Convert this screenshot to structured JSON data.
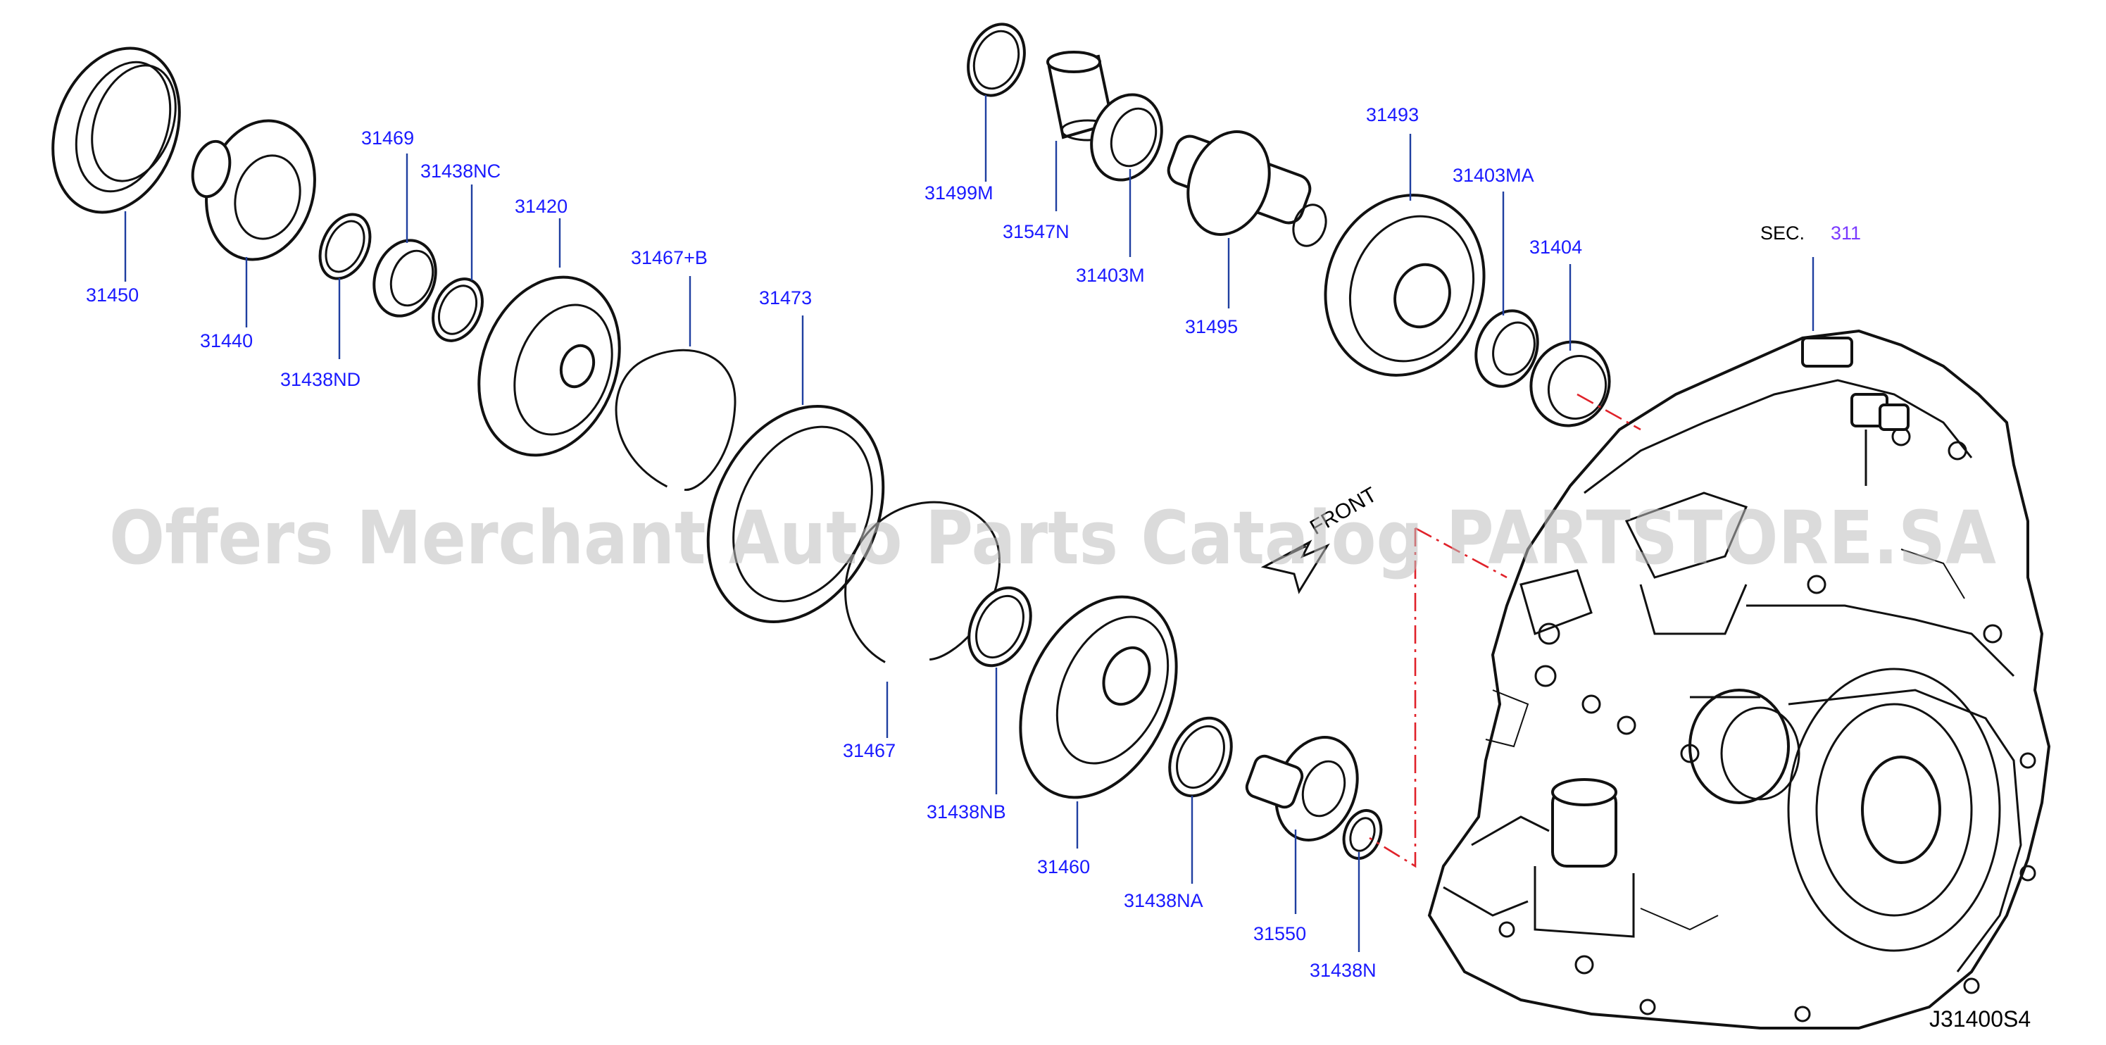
{
  "diagram": {
    "parts": [
      {
        "id": "31450",
        "label": "31450"
      },
      {
        "id": "31440",
        "label": "31440"
      },
      {
        "id": "31469",
        "label": "31469"
      },
      {
        "id": "31438NC",
        "label": "31438NC"
      },
      {
        "id": "31438ND",
        "label": "31438ND"
      },
      {
        "id": "31420",
        "label": "31420"
      },
      {
        "id": "31467B",
        "label": "31467+B"
      },
      {
        "id": "31473",
        "label": "31473"
      },
      {
        "id": "31467",
        "label": "31467"
      },
      {
        "id": "31438NB",
        "label": "31438NB"
      },
      {
        "id": "31460",
        "label": "31460"
      },
      {
        "id": "31438NA",
        "label": "31438NA"
      },
      {
        "id": "31550",
        "label": "31550"
      },
      {
        "id": "31438N",
        "label": "31438N"
      },
      {
        "id": "31499M",
        "label": "31499M"
      },
      {
        "id": "31547N",
        "label": "31547N"
      },
      {
        "id": "31403M",
        "label": "31403M"
      },
      {
        "id": "31495",
        "label": "31495"
      },
      {
        "id": "31493",
        "label": "31493"
      },
      {
        "id": "31403MA",
        "label": "31403MA"
      },
      {
        "id": "31404",
        "label": "31404"
      }
    ],
    "section": {
      "prefix": "SEC.",
      "number": "311"
    },
    "front_label": "FRONT",
    "diagram_code": "J31400S4",
    "watermark": "Offers Merchant Auto Parts Catalog PARTSTORE.SA"
  }
}
